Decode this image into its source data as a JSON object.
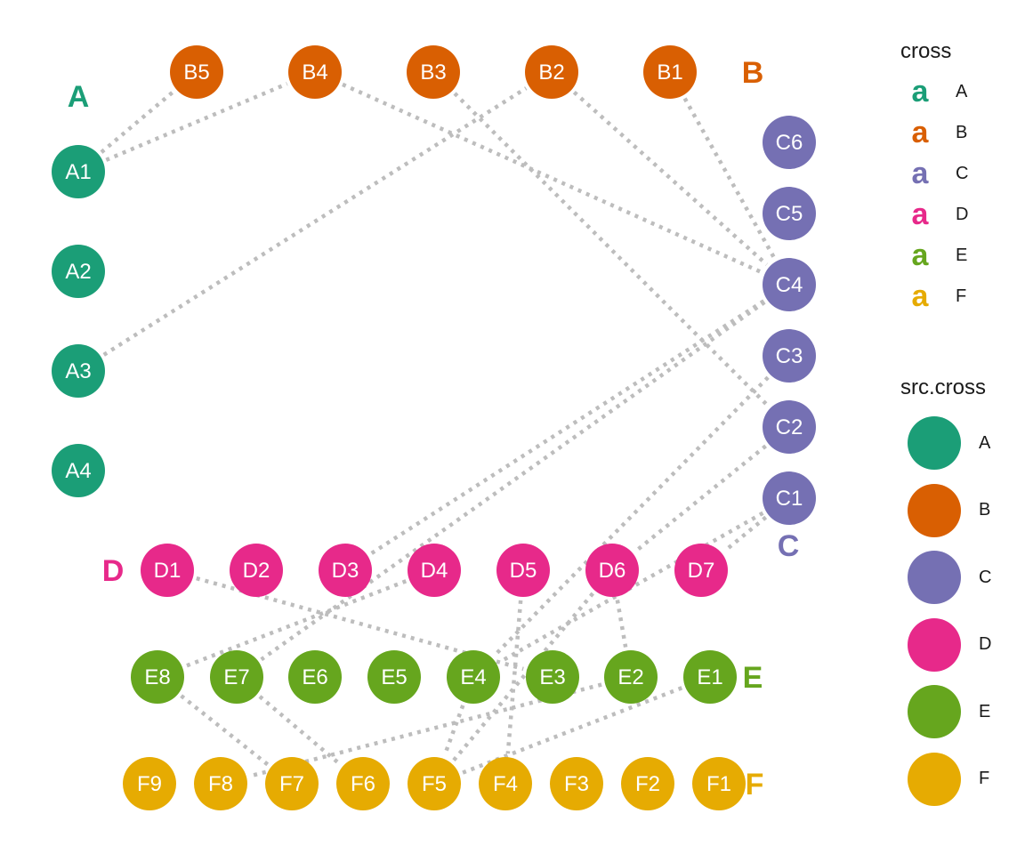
{
  "colors": {
    "A": "#1b9e77",
    "B": "#d95f02",
    "C": "#7570b3",
    "D": "#e7298a",
    "E": "#66a61e",
    "F": "#e6ab02",
    "edge": "#bdbdbd"
  },
  "groups": [
    "A",
    "B",
    "C",
    "D",
    "E",
    "F"
  ],
  "nodes": {
    "A": [
      "A1",
      "A2",
      "A3",
      "A4"
    ],
    "B": [
      "B5",
      "B4",
      "B3",
      "B2",
      "B1"
    ],
    "C": [
      "C6",
      "C5",
      "C4",
      "C3",
      "C2",
      "C1"
    ],
    "D": [
      "D1",
      "D2",
      "D3",
      "D4",
      "D5",
      "D6",
      "D7"
    ],
    "E": [
      "E8",
      "E7",
      "E6",
      "E5",
      "E4",
      "E3",
      "E2",
      "E1"
    ],
    "F": [
      "F9",
      "F8",
      "F7",
      "F6",
      "F5",
      "F4",
      "F3",
      "F2",
      "F1"
    ]
  },
  "edges": [
    [
      "A1",
      "B5"
    ],
    [
      "A1",
      "B4"
    ],
    [
      "A3",
      "B2"
    ],
    [
      "B4",
      "C4"
    ],
    [
      "B3",
      "C2"
    ],
    [
      "B2",
      "C4"
    ],
    [
      "B1",
      "C4"
    ],
    [
      "C4",
      "D3"
    ],
    [
      "C4",
      "E7"
    ],
    [
      "C3",
      "E4"
    ],
    [
      "C2",
      "D6"
    ],
    [
      "C1",
      "D7"
    ],
    [
      "C1",
      "E4"
    ],
    [
      "D1",
      "E3"
    ],
    [
      "D4",
      "E8"
    ],
    [
      "D5",
      "F4"
    ],
    [
      "D6",
      "E2"
    ],
    [
      "D6",
      "F5"
    ],
    [
      "E8",
      "F7"
    ],
    [
      "E7",
      "F6"
    ],
    [
      "E4",
      "F5"
    ],
    [
      "E2",
      "F8"
    ],
    [
      "E1",
      "F5"
    ]
  ],
  "legend": {
    "cross": {
      "title": "cross",
      "glyph": "a",
      "items": [
        "A",
        "B",
        "C",
        "D",
        "E",
        "F"
      ]
    },
    "src_cross": {
      "title": "src.cross",
      "items": [
        "A",
        "B",
        "C",
        "D",
        "E",
        "F"
      ]
    }
  }
}
